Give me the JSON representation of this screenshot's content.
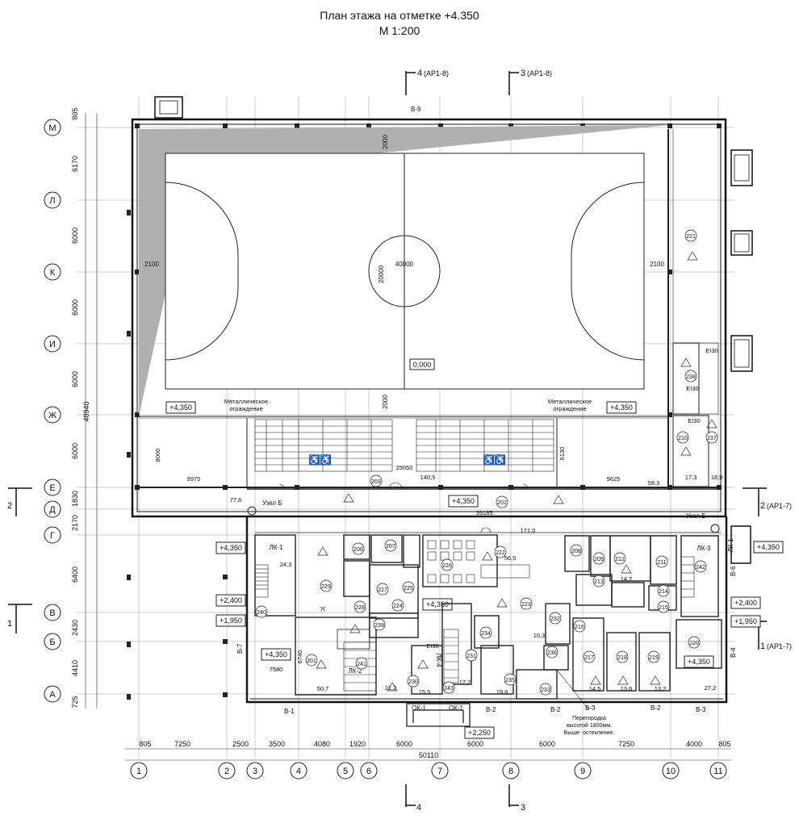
{
  "title": {
    "line1": "План этажа на отметке +4.350",
    "line2": "М 1:200"
  },
  "sections": [
    {
      "label": "4",
      "ref": "(АР1-8)"
    },
    {
      "label": "3",
      "ref": "(АР1-8)"
    },
    {
      "label": "2",
      "ref": "(АР1-7)"
    },
    {
      "label": "1",
      "ref": "(АР1-7)"
    }
  ],
  "grid": {
    "rows": [
      "М",
      "Л",
      "К",
      "И",
      "Ж",
      "Е",
      "Д",
      "Г",
      "В",
      "Б",
      "А"
    ],
    "cols": [
      "1",
      "2",
      "3",
      "4",
      "5",
      "6",
      "7",
      "8",
      "9",
      "10",
      "11"
    ],
    "col_dims": [
      "805",
      "7250",
      "2500",
      "3500",
      "4080",
      "1920",
      "6000",
      "6000",
      "6000",
      "7250",
      "4000",
      "805"
    ],
    "col_total": "50110",
    "row_dims": [
      "805",
      "6170",
      "6000",
      "6000",
      "6000",
      "6000",
      "1830",
      "2170",
      "6400",
      "2430",
      "4410",
      "725"
    ],
    "row_total": "48940"
  },
  "court": {
    "width_dim": "40000",
    "center_dim": "20000",
    "gap_left": "2100",
    "gap_right": "2100",
    "mark": "0,000",
    "bottom_dim": "2000",
    "top_dim": "2000"
  },
  "levels": [
    "+4,350",
    "+4,350",
    "+4,350",
    "+4,350",
    "+2,400",
    "+1,950",
    "+4,350",
    "+4,350",
    "+4,350",
    "+2,400",
    "+1,950",
    "+2,250"
  ],
  "notes": {
    "fence_left": [
      "Металлическое",
      "ограждение"
    ],
    "fence_right": [
      "Металлическое",
      "ограждение"
    ],
    "node_b_left": "Узел Б",
    "node_b_right": "Узел Б",
    "partition": [
      "Перегородка",
      "высотой 1800мм.",
      "Выше- остекление."
    ]
  },
  "stairs": [
    "ЛК-1",
    "ЛК-2",
    "ЛК-3",
    "ЛК-4",
    "ЛК-1"
  ],
  "windows": [
    "ОК-1",
    "ОК-1"
  ],
  "walls": [
    "В-9",
    "В-1",
    "В-2",
    "В-2",
    "В-3",
    "В-2",
    "В-3",
    "В-7",
    "В-6",
    "В-4"
  ],
  "rooms": [
    "201",
    "202",
    "203",
    "206",
    "207",
    "208",
    "209",
    "210",
    "211",
    "212",
    "213",
    "214",
    "215",
    "216",
    "217",
    "218",
    "219",
    "220",
    "221",
    "222",
    "223",
    "224",
    "225",
    "226",
    "227",
    "228",
    "229",
    "230",
    "231",
    "232",
    "233",
    "234",
    "235",
    "236",
    "237",
    "238",
    "239",
    "240",
    "241",
    "242",
    "243"
  ],
  "dims_misc": [
    "8000",
    "9975",
    "9625",
    "6130",
    "25050",
    "140,5",
    "39185",
    "56,5",
    "171,0",
    "17,3",
    "18,9",
    "58,3",
    "77,6",
    "24,3",
    "7580",
    "6740",
    "50,7",
    "21,2",
    "15,5",
    "17,2",
    "19,8",
    "14,5",
    "13,6",
    "13,2",
    "27,2",
    "14,7",
    "10,3",
    "EI30",
    "EI30",
    "EI30",
    "EI30"
  ]
}
